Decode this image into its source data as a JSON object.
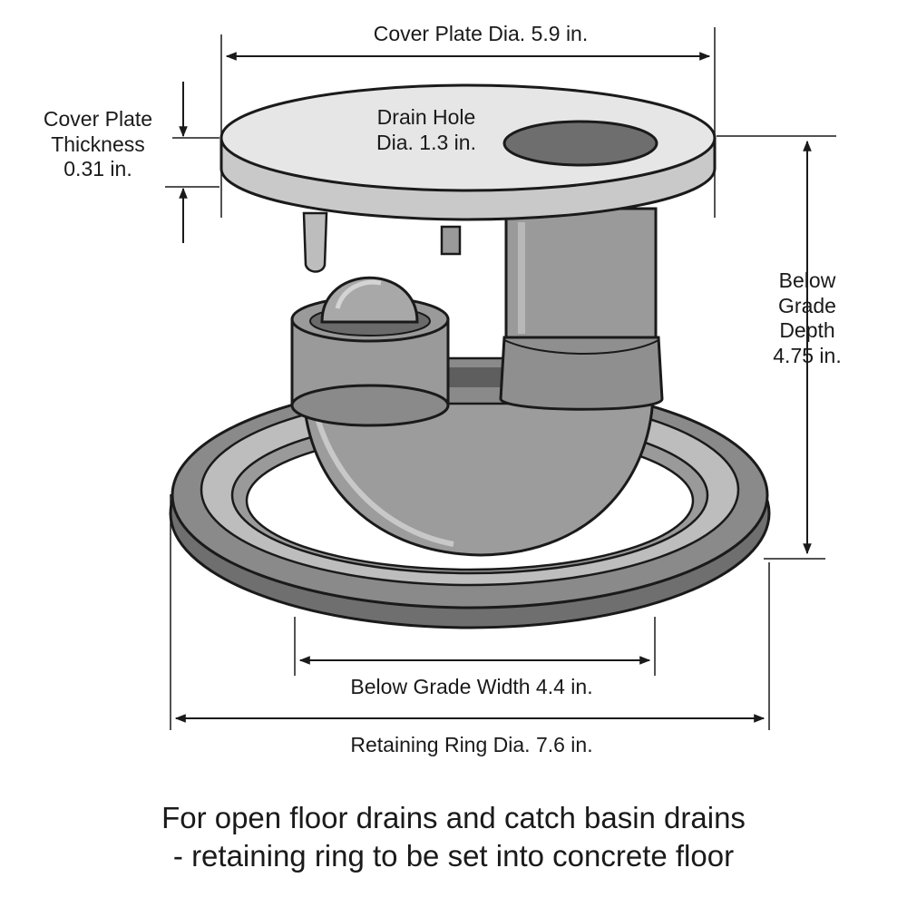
{
  "labels": {
    "cover_plate_dia": "Cover Plate Dia. 5.9 in.",
    "drain_hole": "Drain Hole\nDia. 1.3 in.",
    "cover_plate_thickness": "Cover Plate\nThickness\n0.31 in.",
    "below_grade_depth": "Below\nGrade\nDepth\n4.75 in.",
    "below_grade_width": "Below Grade Width 4.4 in.",
    "retaining_ring_dia": "Retaining Ring Dia. 7.6 in."
  },
  "caption": {
    "line1": "For open floor drains and catch basin drains",
    "line2": "- retaining ring to be set into concrete floor"
  },
  "colors": {
    "plate_top": "#e6e6e6",
    "plate_edge": "#c9c9c9",
    "ring_outer": "#7e7e7e",
    "ring_mid": "#bcbcbc",
    "body_gray": "#9a9a9a",
    "hole": "#6e6e6e",
    "line": "#1a1a1a"
  }
}
